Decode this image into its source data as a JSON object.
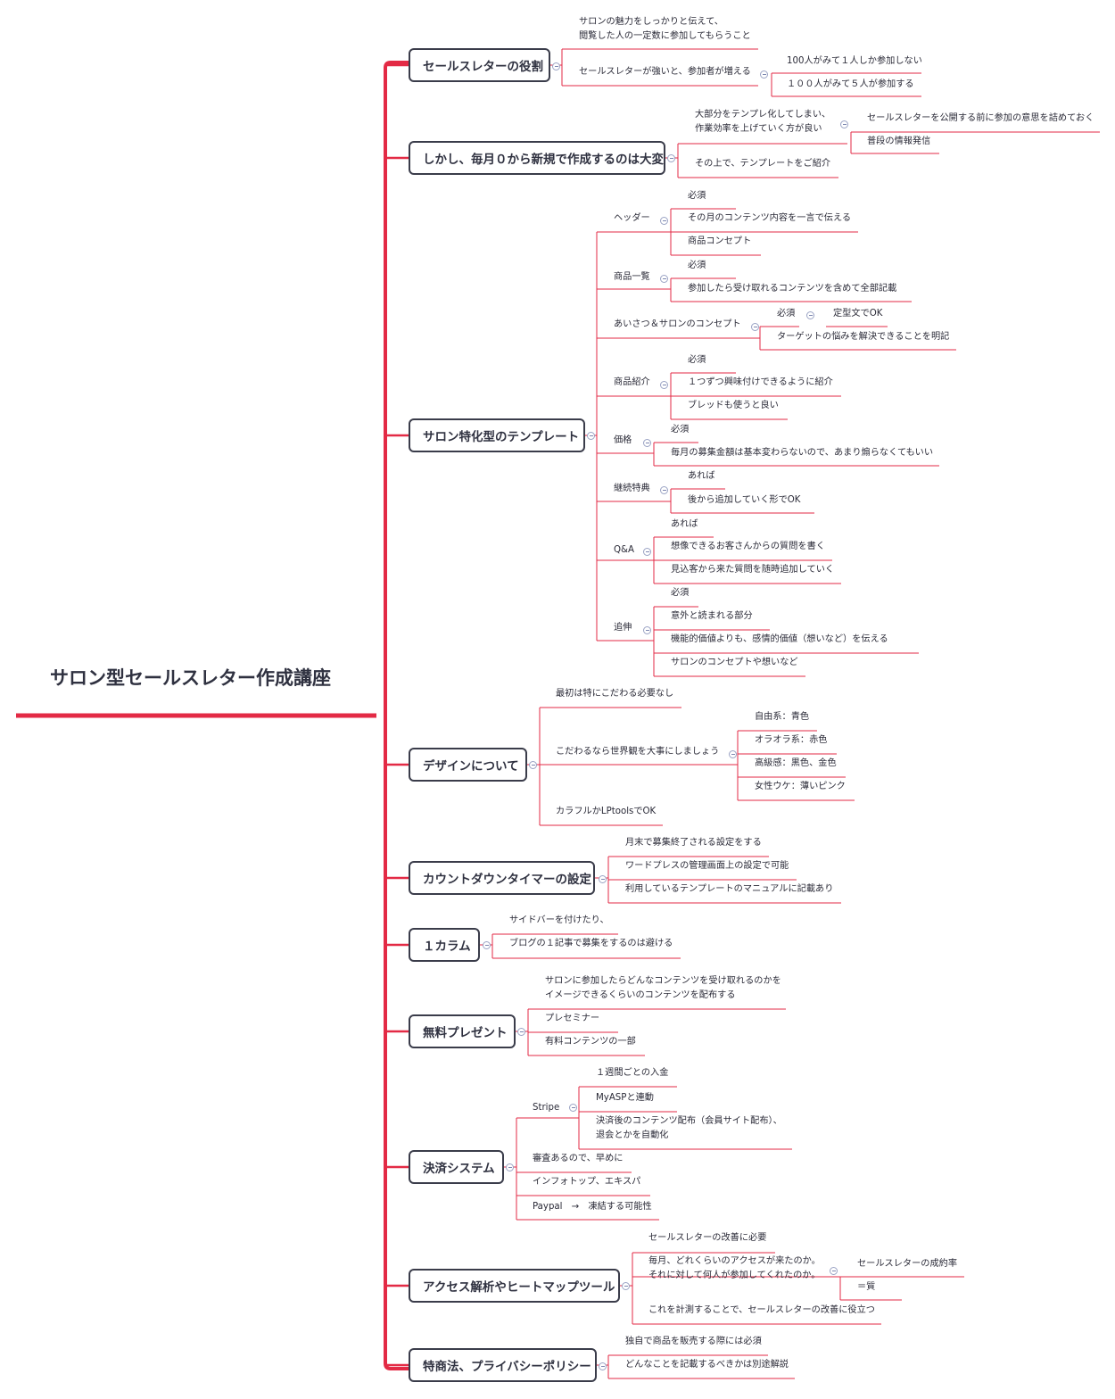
{
  "root": {
    "title": "サロン型セールスレター作成講座"
  },
  "topics": [
    {
      "id": "t1",
      "label": "セールスレターの役割",
      "children": [
        {
          "label": "サロンの魅力をしっかりと伝えて、\n閲覧した人の一定数に参加してもらうこと"
        },
        {
          "label": "セールスレターが強いと、参加者が増える",
          "children": [
            {
              "label": "100人がみて１人しか参加しない"
            },
            {
              "label": "１００人がみて５人が参加する"
            }
          ]
        }
      ]
    },
    {
      "id": "t2",
      "label": "しかし、毎月０から新規で作成するのは大変",
      "children": [
        {
          "label": "大部分をテンプレ化してしまい、\n作業効率を上げていく方が良い",
          "children": [
            {
              "label": "セールスレターを公開する前に参加の意思を詰めておく"
            },
            {
              "label": "普段の情報発信"
            }
          ]
        },
        {
          "label": "その上で、テンプレートをご紹介"
        }
      ]
    },
    {
      "id": "t3",
      "label": "サロン特化型のテンプレート",
      "children": [
        {
          "label": "ヘッダー",
          "children": [
            {
              "label": "必須"
            },
            {
              "label": "その月のコンテンツ内容を一言で伝える"
            },
            {
              "label": "商品コンセプト"
            }
          ]
        },
        {
          "label": "商品一覧",
          "children": [
            {
              "label": "必須"
            },
            {
              "label": "参加したら受け取れるコンテンツを含めて全部記載"
            }
          ]
        },
        {
          "label": "あいさつ＆サロンのコンセプト",
          "children": [
            {
              "label": "必須",
              "children": [
                {
                  "label": "定型文でOK"
                }
              ]
            },
            {
              "label": "ターゲットの悩みを解決できることを明記"
            }
          ]
        },
        {
          "label": "商品紹介",
          "children": [
            {
              "label": "必須"
            },
            {
              "label": "１つずつ興味付けできるように紹介"
            },
            {
              "label": "ブレッドも使うと良い"
            }
          ]
        },
        {
          "label": "価格",
          "children": [
            {
              "label": "必須"
            },
            {
              "label": "毎月の募集金額は基本変わらないので、あまり煽らなくてもいい"
            }
          ]
        },
        {
          "label": "継続特典",
          "children": [
            {
              "label": "あれば"
            },
            {
              "label": "後から追加していく形でOK"
            }
          ]
        },
        {
          "label": "Q&A",
          "children": [
            {
              "label": "あれば"
            },
            {
              "label": "想像できるお客さんからの質問を書く"
            },
            {
              "label": "見込客から来た質問を随時追加していく"
            }
          ]
        },
        {
          "label": "追伸",
          "children": [
            {
              "label": "必須"
            },
            {
              "label": "意外と読まれる部分"
            },
            {
              "label": "機能的価値よりも、感情的価値（想いなど）を伝える"
            },
            {
              "label": "サロンのコンセプトや想いなど"
            }
          ]
        }
      ]
    },
    {
      "id": "t4",
      "label": "デザインについて",
      "children": [
        {
          "label": "最初は特にこだわる必要なし"
        },
        {
          "label": "こだわるなら世界観を大事にしましょう",
          "children": [
            {
              "label": "自由系：青色"
            },
            {
              "label": "オラオラ系：赤色"
            },
            {
              "label": "高級感：黒色、金色"
            },
            {
              "label": "女性ウケ：薄いピンク"
            }
          ]
        },
        {
          "label": "カラフルかLPtoolsでOK"
        }
      ]
    },
    {
      "id": "t5",
      "label": "カウントダウンタイマーの設定",
      "children": [
        {
          "label": "月末で募集終了される設定をする"
        },
        {
          "label": "ワードプレスの管理画面上の設定で可能"
        },
        {
          "label": "利用しているテンプレートのマニュアルに記載あり"
        }
      ]
    },
    {
      "id": "t6",
      "label": "１カラム",
      "children": [
        {
          "label": "サイドバーを付けたり、"
        },
        {
          "label": "ブログの１記事で募集をするのは避ける"
        }
      ]
    },
    {
      "id": "t7",
      "label": "無料プレゼント",
      "children": [
        {
          "label": "サロンに参加したらどんなコンテンツを受け取れるのかを\nイメージできるくらいのコンテンツを配布する"
        },
        {
          "label": "プレセミナー"
        },
        {
          "label": "有料コンテンツの一部"
        }
      ]
    },
    {
      "id": "t8",
      "label": "決済システム",
      "children": [
        {
          "label": "Stripe",
          "children": [
            {
              "label": "１週間ごとの入金"
            },
            {
              "label": "MyASPと連動"
            },
            {
              "label": "決済後のコンテンツ配布（会員サイト配布）、\n退会とかを自動化"
            }
          ]
        },
        {
          "label": "審査あるので、早めに"
        },
        {
          "label": "インフォトップ、エキスパ"
        },
        {
          "label": "Paypal　→　凍結する可能性"
        }
      ]
    },
    {
      "id": "t9",
      "label": "アクセス解析やヒートマップツール",
      "children": [
        {
          "label": "セールスレターの改善に必要"
        },
        {
          "label": "毎月、どれくらいのアクセスが来たのか。\nそれに対して何人が参加してくれたのか。",
          "children": [
            {
              "label": "セールスレターの成約率"
            },
            {
              "label": "＝質"
            }
          ]
        },
        {
          "label": "これを計測することで、セールスレターの改善に役立つ"
        }
      ]
    },
    {
      "id": "t10",
      "label": "特商法、プライバシーポリシー",
      "children": [
        {
          "label": "独自で商品を販売する際には必須"
        },
        {
          "label": "どんなことを記載するべきかは別途解説"
        }
      ]
    }
  ],
  "colors": {
    "branch": "#e32a45",
    "topic_border": "#3a3c4a",
    "text": "#2b2b38",
    "toggle": "#9aa3c4"
  },
  "icons": {
    "collapse_toggle": "minus-circle-icon"
  }
}
